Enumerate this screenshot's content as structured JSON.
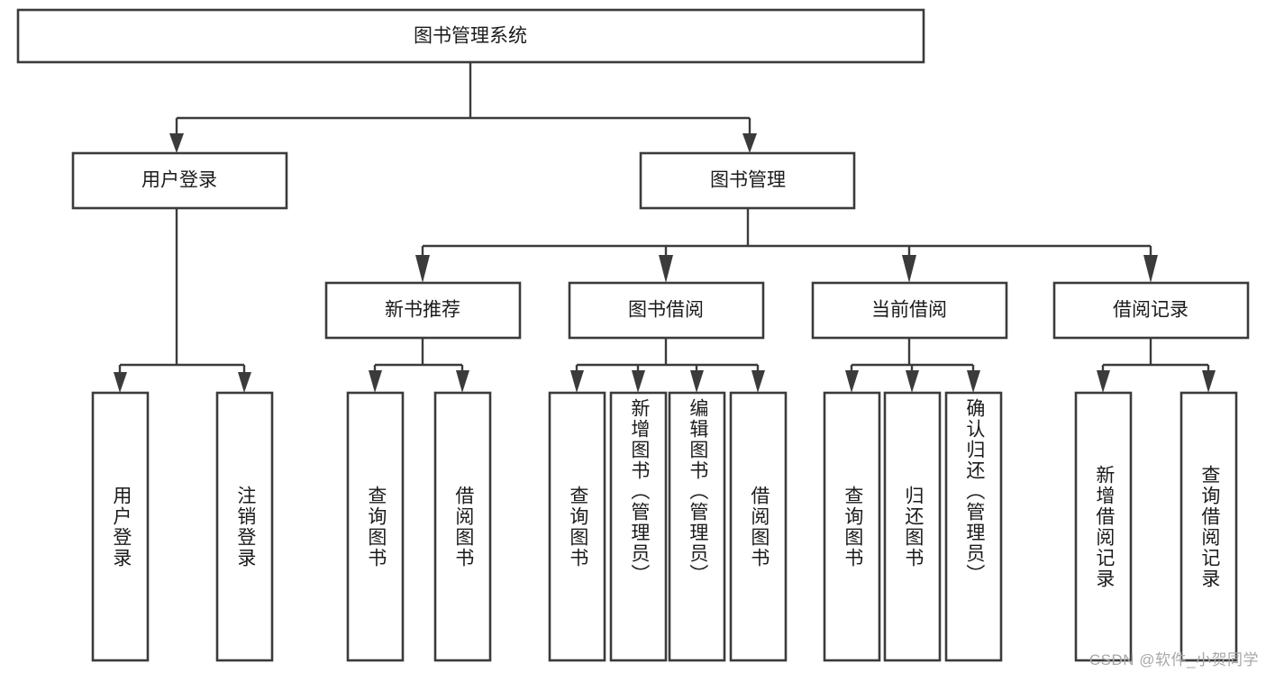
{
  "diagram": {
    "title": "图书管理系统",
    "type": "tree-hierarchy",
    "root": {
      "id": "root",
      "label": "图书管理系统",
      "orientation": "horizontal"
    },
    "level2": [
      {
        "id": "user-login",
        "label": "用户登录",
        "orientation": "horizontal"
      },
      {
        "id": "book-management",
        "label": "图书管理",
        "orientation": "horizontal"
      }
    ],
    "level3": [
      {
        "id": "new-book-recommend",
        "label": "新书推荐",
        "orientation": "horizontal",
        "parent": "book-management"
      },
      {
        "id": "book-borrow",
        "label": "图书借阅",
        "orientation": "horizontal",
        "parent": "book-management"
      },
      {
        "id": "current-borrow",
        "label": "当前借阅",
        "orientation": "horizontal",
        "parent": "book-management"
      },
      {
        "id": "borrow-record",
        "label": "借阅记录",
        "orientation": "horizontal",
        "parent": "book-management"
      }
    ],
    "leaves": [
      {
        "id": "leaf-user-login",
        "label": "用户登录",
        "orientation": "vertical",
        "parent": "user-login"
      },
      {
        "id": "leaf-user-logout",
        "label": "注销登录",
        "orientation": "vertical",
        "parent": "user-login"
      },
      {
        "id": "leaf-query-book-1",
        "label": "查询图书",
        "orientation": "vertical",
        "parent": "new-book-recommend"
      },
      {
        "id": "leaf-borrow-book-1",
        "label": "借阅图书",
        "orientation": "vertical",
        "parent": "new-book-recommend"
      },
      {
        "id": "leaf-query-book-2",
        "label": "查询图书",
        "orientation": "vertical",
        "parent": "book-borrow"
      },
      {
        "id": "leaf-add-book",
        "label": "新增图书（管理员）",
        "orientation": "vertical",
        "parent": "book-borrow"
      },
      {
        "id": "leaf-edit-book",
        "label": "编辑图书（管理员）",
        "orientation": "vertical",
        "parent": "book-borrow"
      },
      {
        "id": "leaf-borrow-book-2",
        "label": "借阅图书",
        "orientation": "vertical",
        "parent": "book-borrow"
      },
      {
        "id": "leaf-query-book-3",
        "label": "查询图书",
        "orientation": "vertical",
        "parent": "current-borrow"
      },
      {
        "id": "leaf-return-book",
        "label": "归还图书",
        "orientation": "vertical",
        "parent": "current-borrow"
      },
      {
        "id": "leaf-confirm-return",
        "label": "确认归还（管理员）",
        "orientation": "vertical",
        "parent": "current-borrow"
      },
      {
        "id": "leaf-add-record",
        "label": "新增借阅记录",
        "orientation": "vertical",
        "parent": "borrow-record"
      },
      {
        "id": "leaf-query-record",
        "label": "查询借阅记录",
        "orientation": "vertical",
        "parent": "borrow-record"
      }
    ],
    "colors": {
      "stroke": "#3b3b3b",
      "fill": "#ffffff",
      "text": "#1b1b1b",
      "watermark": "#a8a8a8",
      "background": "#ffffff"
    }
  },
  "watermark": {
    "text": "CSDN @软件_小贺同学"
  }
}
